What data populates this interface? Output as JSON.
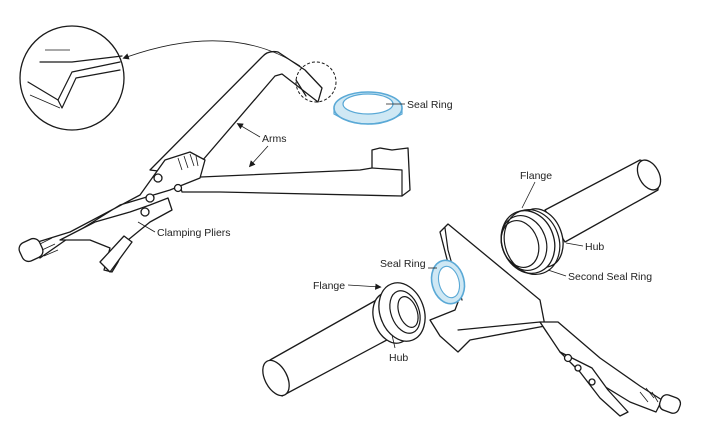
{
  "labels": {
    "seal_ring_top": "Seal Ring",
    "arms": "Arms",
    "clamping_pliers": "Clamping Pliers",
    "flange_right": "Flange",
    "hub_right": "Hub",
    "second_seal_ring": "Second Seal Ring",
    "seal_ring_left": "Seal Ring",
    "flange_left": "Flange",
    "hub_left": "Hub"
  },
  "colors": {
    "seal_ring_fill": "#cfe8f4",
    "seal_ring_stroke": "#5aa9d6",
    "line": "#1a1a1a"
  }
}
